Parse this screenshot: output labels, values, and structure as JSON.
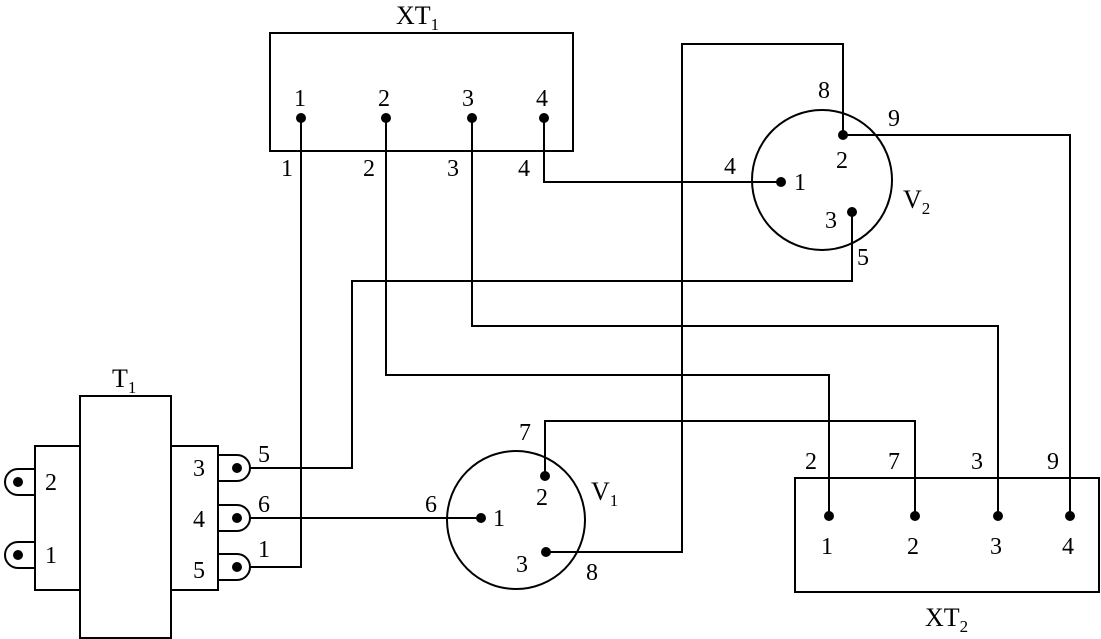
{
  "components": {
    "xt1": {
      "name": "XT",
      "sub": "1",
      "inner_pins": [
        "1",
        "2",
        "3",
        "4"
      ],
      "wire_labels": [
        "1",
        "2",
        "3",
        "4"
      ]
    },
    "xt2": {
      "name": "XT",
      "sub": "2",
      "inner_pins": [
        "1",
        "2",
        "3",
        "4"
      ],
      "wire_labels": [
        "2",
        "7",
        "3",
        "9"
      ]
    },
    "v1": {
      "name": "V",
      "sub": "1",
      "pins": {
        "p1": "1",
        "p2": "2",
        "p3": "3"
      },
      "wire_labels": {
        "w1": "6",
        "w2": "7",
        "w3": "8"
      }
    },
    "v2": {
      "name": "V",
      "sub": "2",
      "pins": {
        "p1": "1",
        "p2": "2",
        "p3": "3"
      },
      "wire_labels": {
        "w1": "4",
        "w2": "8",
        "w3": "9",
        "w4": "5"
      }
    },
    "t1": {
      "name": "T",
      "sub": "1",
      "left_pins": [
        "2",
        "1"
      ],
      "right_pins": [
        "3",
        "4",
        "5"
      ],
      "right_wire_labels": [
        "5",
        "6",
        "1"
      ]
    }
  },
  "colors": {
    "line": "#000000",
    "background": "#ffffff"
  }
}
